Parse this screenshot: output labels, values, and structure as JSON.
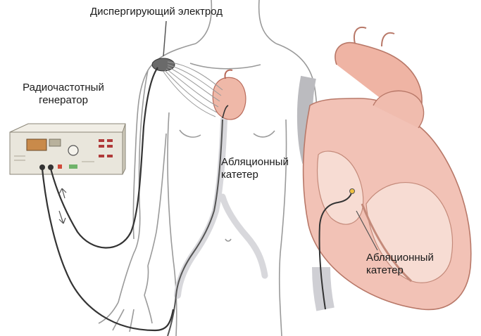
{
  "labels": {
    "dispersive_electrode": "Диспергирующий электрод",
    "rf_generator_line1": "Радиочастотный",
    "rf_generator_line2": "генератор",
    "catheter_body_line1": "Абляционный",
    "catheter_body_line2": "катетер",
    "catheter_heart_line1": "Абляционный",
    "catheter_heart_line2": "катетер"
  },
  "colors": {
    "outline": "#8a8a8a",
    "skin": "#ffffff",
    "heart_fill": "#f2c2b6",
    "heart_dark": "#d98e80",
    "heart_inner": "#f7dcd3",
    "vessel": "#e8e8ea",
    "cable": "#3a3a3a",
    "device_body": "#e9e6dc",
    "device_panel": "#d6d2c4",
    "screen": "#c98a4a"
  }
}
